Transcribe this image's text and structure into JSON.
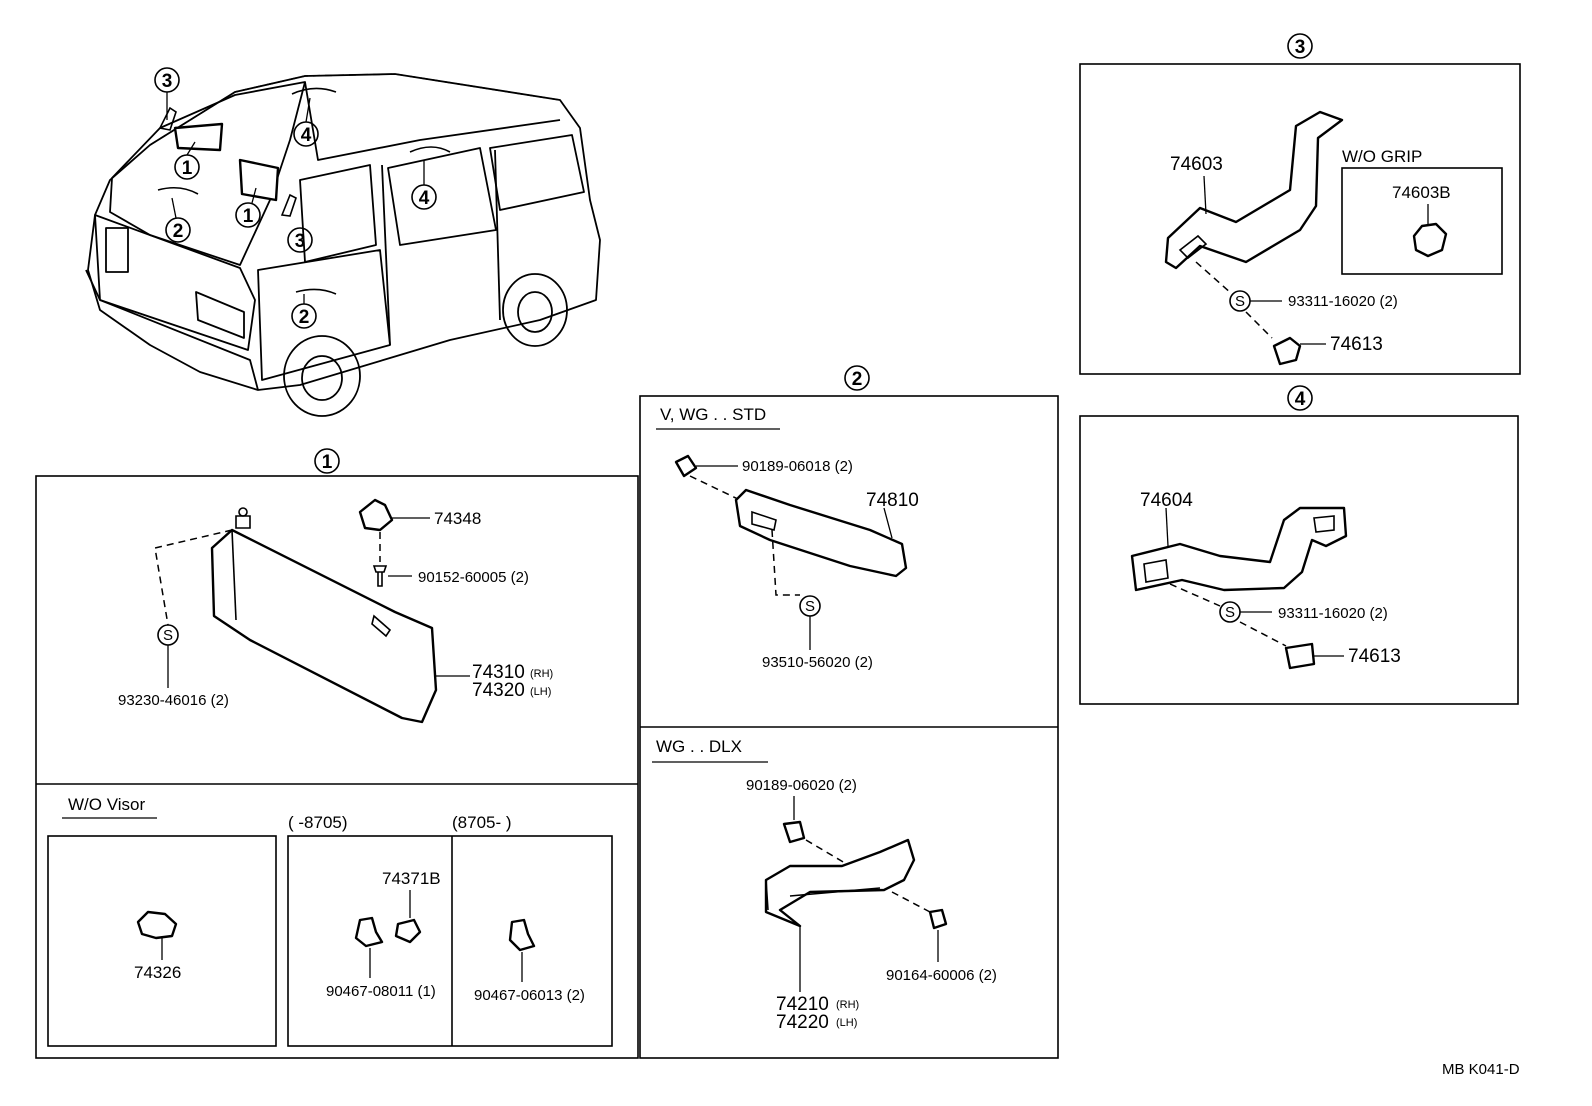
{
  "callouts": {
    "c1": "1",
    "c2": "2",
    "c3": "3",
    "c4": "4"
  },
  "s_mark": "S",
  "section1": {
    "visor_pins": "74348",
    "visor_screw": "90152-60005 (2)",
    "screw": "93230-46016 (2)",
    "visor_rh": "74310",
    "visor_lh": "74320",
    "rh_tag": "(RH)",
    "lh_tag": "(LH)",
    "wo_visor": "W/O Visor",
    "range_left": "(      -8705)",
    "range_right": "(8705-        )",
    "holder": "74326",
    "clip_b": "74371B",
    "clip1": "90467-08011 (1)",
    "clip2": "90467-06013 (2)"
  },
  "section2": {
    "std_header": "V, WG . . STD",
    "nut_std": "90189-06018 (2)",
    "grip_std": "74810",
    "screw_std": "93510-56020 (2)",
    "dlx_header": "WG . . DLX",
    "nut_dlx": "90189-06020 (2)",
    "screw_dlx": "90164-60006 (2)",
    "grip_rh": "74210",
    "grip_lh": "74220",
    "rh_tag": "(RH)",
    "lh_tag": "(LH)"
  },
  "section3": {
    "grip": "74603",
    "wo_grip": "W/O GRIP",
    "plug": "74603B",
    "screw": "93311-16020 (2)",
    "cover": "74613"
  },
  "section4": {
    "grip": "74604",
    "screw": "93311-16020 (2)",
    "cover": "74613"
  },
  "footer_code": "MB  K041-D"
}
